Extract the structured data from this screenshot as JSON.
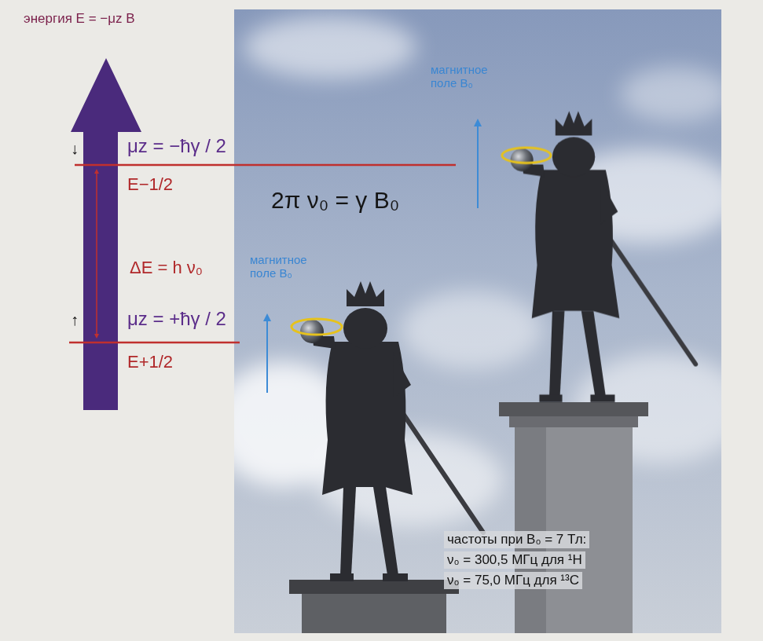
{
  "diagram": {
    "labels": [
      "энергия E = −μz B",
      "↓",
      "μz = −ħγ / 2",
      "E−1/2",
      "2π ν₀ = γ B₀",
      "магнитное поле B₀",
      "ΔE = h ν₀",
      "↑",
      "μz = +ħγ / 2",
      "магнитное поле B₀",
      "E+1/2",
      "частоты при B₀ = 7 Тл:",
      "ν₀ = 300,5 МГц для ¹H",
      "ν₀ = 75,0 МГц для ¹³C"
    ]
  }
}
